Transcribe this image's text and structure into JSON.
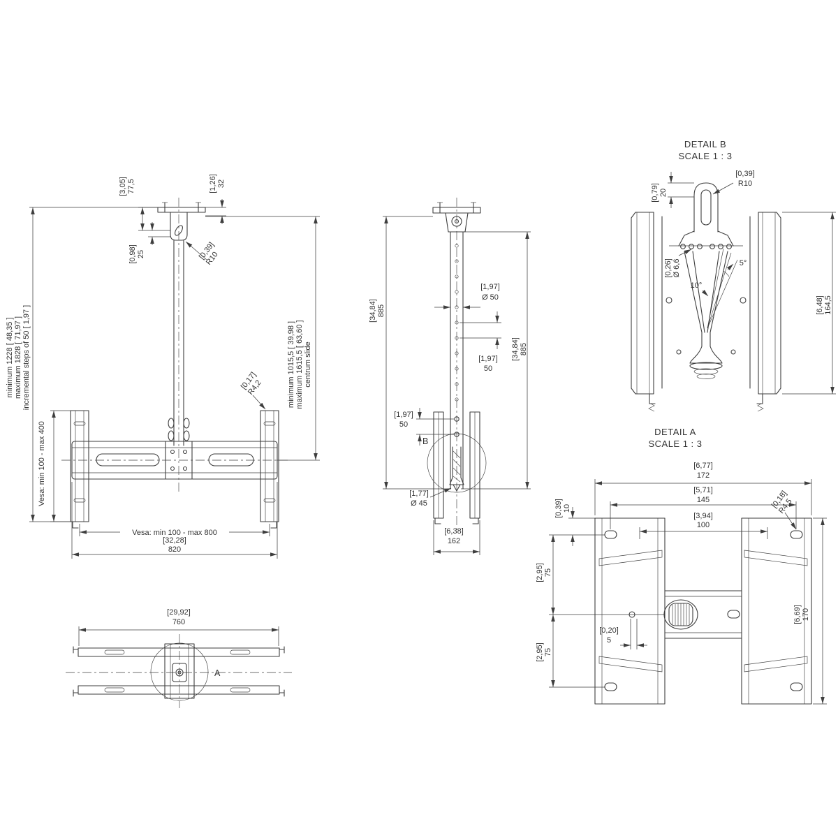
{
  "front": {
    "note_height": [
      "minimum 1228 [ 48,35 ]",
      "maximum 1828 [ 71,97 ]",
      "incremental steps of 50 [ 1,97 ]"
    ],
    "vesa_v": "Vesa: min 100 - max 400",
    "vesa_h": "Vesa: min 100 - max 800",
    "note_slide": [
      "minimum 1015,5 [ 39,98 ]",
      "maximum 1615,5 [ 63,60 ]",
      "centrum slide"
    ],
    "dim_775": {
      "in": "[3,05]",
      "mm": "77,5"
    },
    "dim_32": {
      "in": "[1,26]",
      "mm": "32"
    },
    "dim_25": {
      "in": "[0,98]",
      "mm": "25"
    },
    "dim_r10": {
      "in": "[0,39]",
      "mm": "R10"
    },
    "dim_r42": {
      "in": "[0,17]",
      "mm": "R4,2"
    },
    "dim_820": {
      "in": "[32,28]",
      "mm": "820"
    }
  },
  "side": {
    "marker": "B",
    "dim_885L": {
      "in": "[34,84]",
      "mm": "885"
    },
    "dim_d50": {
      "in": "[1,97]",
      "mm": "Ø 50"
    },
    "dim_50R": {
      "in": "[1,97]",
      "mm": "50"
    },
    "dim_885R": {
      "in": "[34,84]",
      "mm": "885"
    },
    "dim_50L": {
      "in": "[1,97]",
      "mm": "50"
    },
    "dim_d45": {
      "in": "[1,77]",
      "mm": "Ø 45"
    },
    "dim_162": {
      "in": "[6,38]",
      "mm": "162"
    }
  },
  "detailB": {
    "title": "DETAIL B",
    "scale": "SCALE 1 : 3",
    "dim_r10": {
      "in": "[0,39]",
      "mm": "R10"
    },
    "dim_20": {
      "in": "[0,79]",
      "mm": "20"
    },
    "dim_66": {
      "in": "[0,26]",
      "mm": "Ø 6,6"
    },
    "angle5": "5°",
    "angle10": "10°",
    "dim_1645": {
      "in": "[6,48]",
      "mm": "164,5"
    }
  },
  "bottom": {
    "marker": "A",
    "dim_760": {
      "in": "[29,92]",
      "mm": "760"
    }
  },
  "detailA": {
    "title": "DETAIL A",
    "scale": "SCALE 1 : 3",
    "dim_172": {
      "in": "[6,77]",
      "mm": "172"
    },
    "dim_145": {
      "in": "[5,71]",
      "mm": "145"
    },
    "dim_100": {
      "in": "[3,94]",
      "mm": "100"
    },
    "dim_10": {
      "in": "[0,39]",
      "mm": "10"
    },
    "dim_r45": {
      "in": "[0,18]",
      "mm": "R4,5"
    },
    "dim_75a": {
      "in": "[2,95]",
      "mm": "75"
    },
    "dim_75b": {
      "in": "[2,95]",
      "mm": "75"
    },
    "dim_5": {
      "in": "[0,20]",
      "mm": "5"
    },
    "dim_170": {
      "in": "[6,69]",
      "mm": "170"
    }
  }
}
